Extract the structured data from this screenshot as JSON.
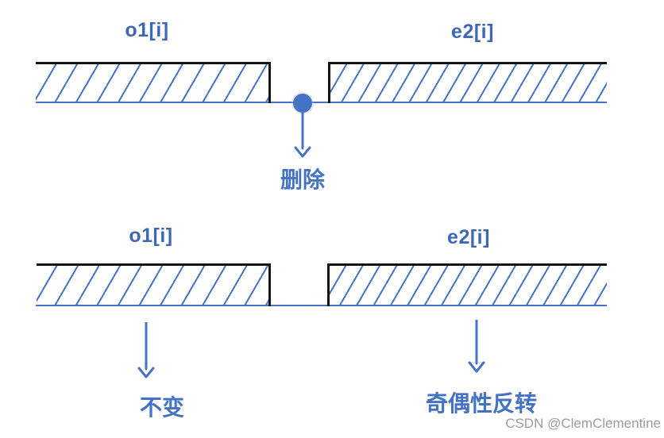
{
  "colors": {
    "accent_blue": "#4472C4",
    "label_blue": "#3E68B5",
    "line_black": "#141414",
    "watermark_gray": "#9C9C9C",
    "background": "#ffffff"
  },
  "diagram": {
    "before": {
      "left_segment_label": "o1[i]",
      "right_segment_label": "e2[i]",
      "action_label": "删除"
    },
    "after": {
      "left_segment_label": "o1[i]",
      "right_segment_label": "e2[i]",
      "left_action_label": "不变",
      "right_action_label": "奇偶性反转"
    },
    "watermark": "CSDN @ClemClementine"
  }
}
